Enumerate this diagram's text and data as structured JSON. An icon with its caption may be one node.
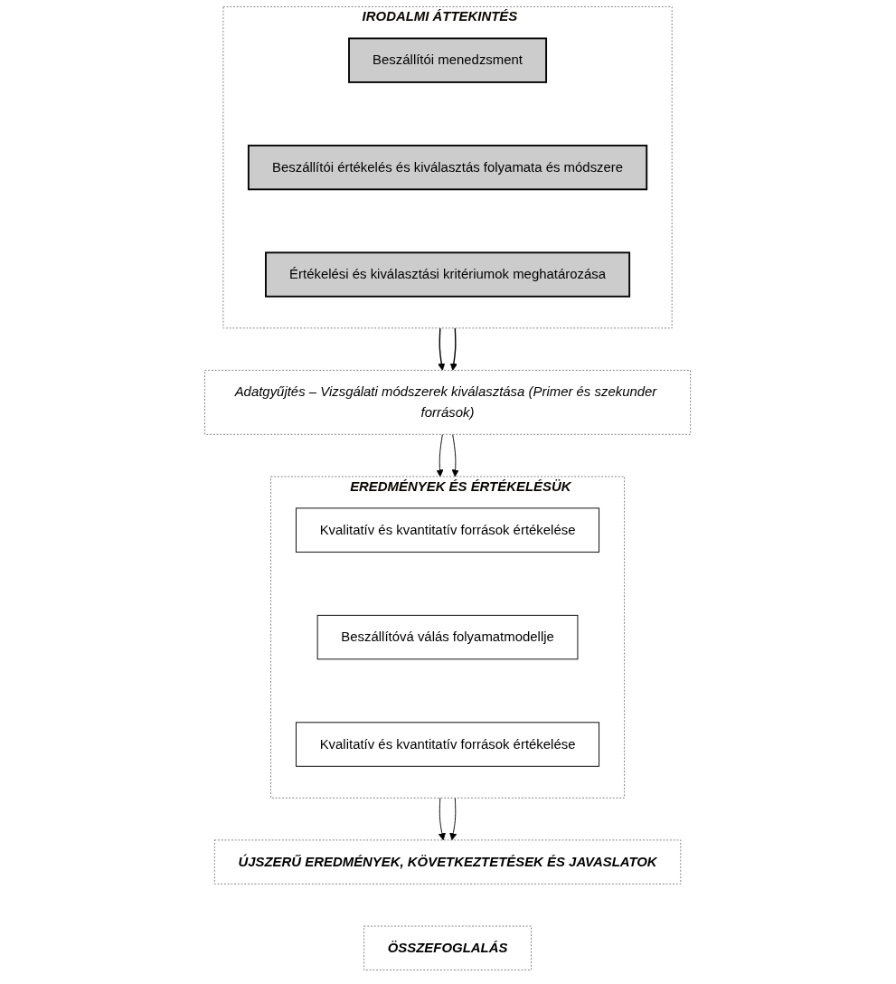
{
  "diagram": {
    "nodes": [
      {
        "text": [
          "IRODALMI ÁTTEKINTÉS"
        ]
      },
      {
        "text": [
          "Beszállítói menedzsment"
        ],
        "in": 0
      },
      {
        "text": [
          "Beszállítói értékelés és kiválasztás folyamata és módszere"
        ],
        "in": 0
      },
      {
        "text": [
          "Értékelési és kiválasztási kritériumok meghatározása"
        ],
        "in": 0
      },
      {
        "text": [
          "Adatgyűjtés – Vizsgálati módszerek kiválasztása (Primer és szekunder források)"
        ]
      },
      {
        "text": [
          "EREDMÉNYEK ÉS ÉRTÉKELÉSÜK"
        ]
      },
      {
        "text": [
          "Kvalitatív és kvantitatív források értékelése"
        ],
        "in": 5
      },
      {
        "text": [
          "Beszállítóvá válás folyamatmodellje"
        ],
        "in": 5
      },
      {
        "text": [
          "Kvalitatív és kvantitatív források értékelése"
        ],
        "in": 5
      },
      {
        "text": [
          "ÚJSZERŰ EREDMÉNYEK, KÖVETKEZTETÉSEK ÉS JAVASLATOK"
        ]
      },
      {
        "text": [
          "ÖSSZEFOGLALÁS"
        ]
      }
    ],
    "edges": [
      {
        "from": 0,
        "to": 4,
        "arrow": "to"
      },
      {
        "from": 0,
        "to": 4,
        "arrow": "to"
      },
      {
        "from": 4,
        "to": 5,
        "arrow": "to"
      },
      {
        "from": 4,
        "to": 5,
        "arrow": "to"
      },
      {
        "from": 5,
        "to": 9,
        "arrow": "to"
      },
      {
        "from": 5,
        "to": 9,
        "arrow": "to"
      }
    ]
  }
}
